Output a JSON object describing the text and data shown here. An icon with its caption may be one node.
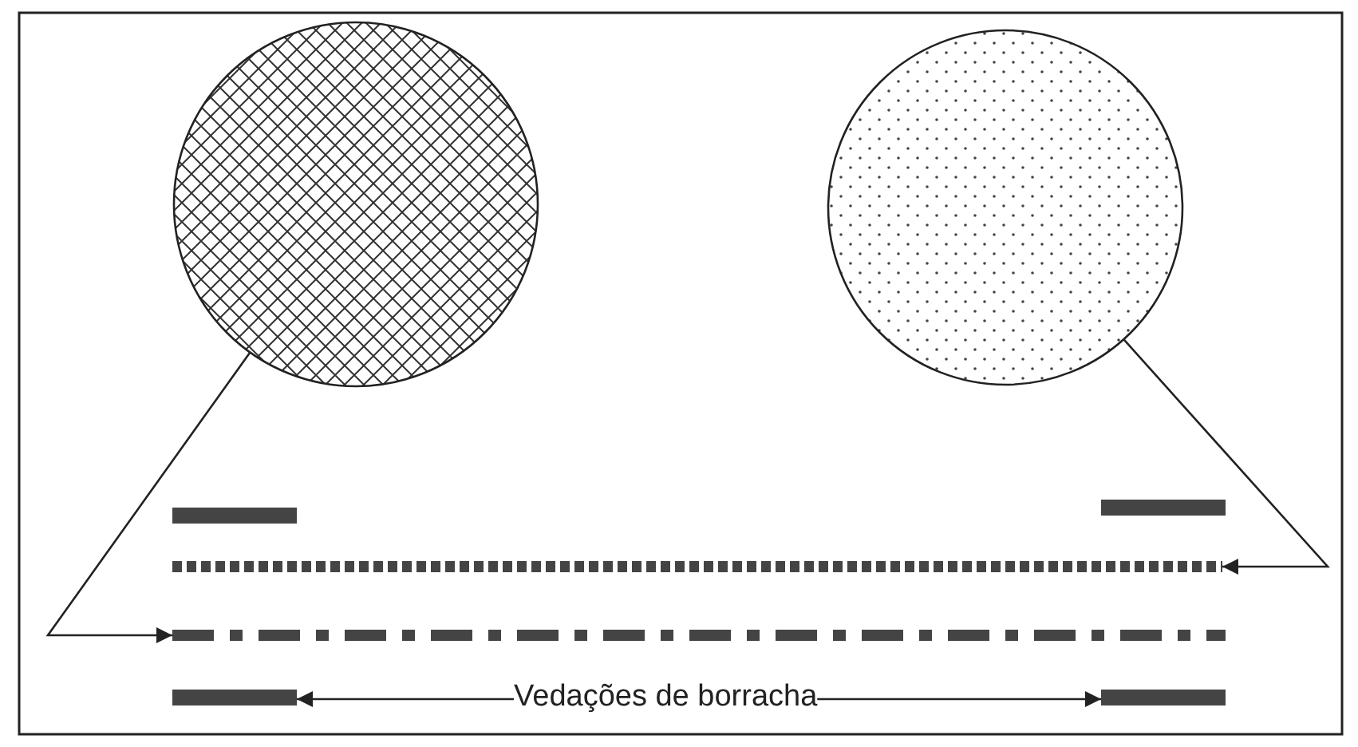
{
  "diagram": {
    "nodes": [
      {
        "text": [],
        "shape": "circle"
      },
      {
        "text": [],
        "shape": "circle"
      },
      {
        "text": [],
        "shape": "bar"
      },
      {
        "text": [],
        "shape": "bar"
      },
      {
        "text": [],
        "shape": "line"
      },
      {
        "text": [],
        "shape": "line"
      },
      {
        "text": [],
        "shape": "bar"
      },
      {
        "text": [],
        "shape": "bar"
      },
      {
        "text": [
          "Vedações de borracha"
        ]
      }
    ],
    "edges": [
      {
        "from": 0,
        "to": 5,
        "arrow": "to"
      },
      {
        "from": 1,
        "to": 4,
        "arrow": "to"
      },
      {
        "from": 8,
        "to": 6,
        "arrow": "to"
      },
      {
        "from": 8,
        "to": 7,
        "arrow": "to"
      }
    ]
  }
}
